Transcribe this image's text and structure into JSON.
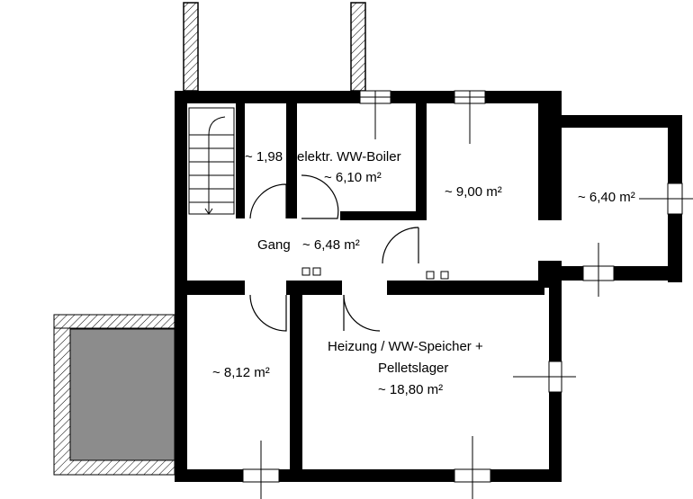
{
  "plan": {
    "rooms": [
      {
        "id": "stair-closet",
        "area": "~ 1,98"
      },
      {
        "id": "boiler",
        "name": "elektr. WW-Boiler",
        "area": "~ 6,10 m²"
      },
      {
        "id": "room-9",
        "area": "~ 9,00 m²"
      },
      {
        "id": "room-6-40",
        "area": "~ 6,40 m²"
      },
      {
        "id": "gang",
        "name": "Gang",
        "area": "~ 6,48 m²"
      },
      {
        "id": "room-8-12",
        "area": "~ 8,12 m²"
      },
      {
        "id": "heizung",
        "name_line1": "Heizung / WW-Speicher +",
        "name_line2": "Pelletslager",
        "area": "~ 18,80 m²"
      }
    ]
  }
}
